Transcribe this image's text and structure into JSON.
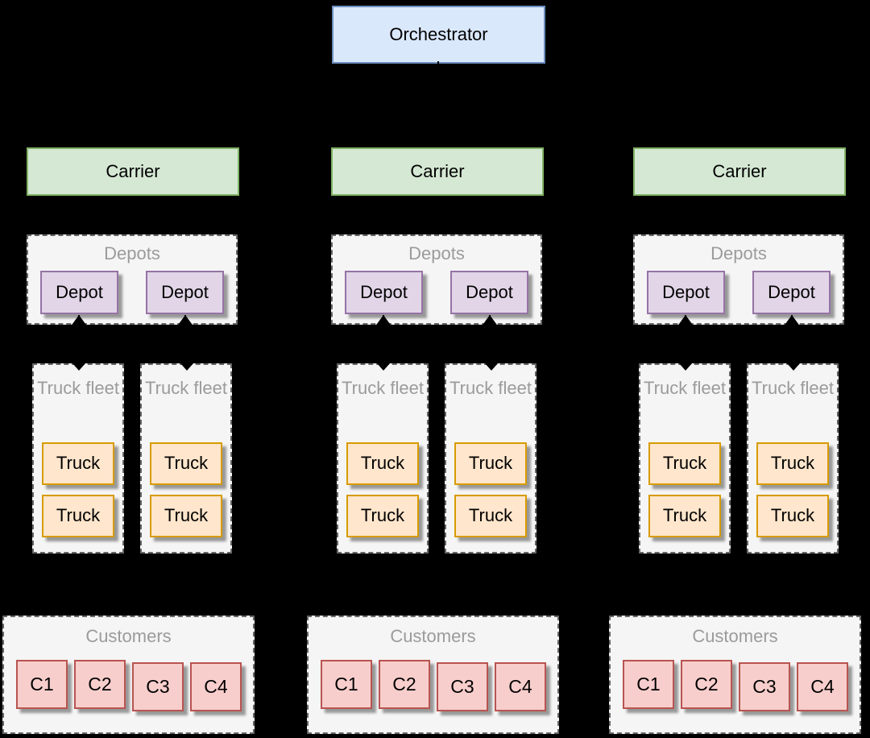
{
  "nodes": {
    "orchestrator": "Orchestrator",
    "carrier": "Carrier",
    "depot": "Depot",
    "truck": "Truck"
  },
  "groups": {
    "depots": "Depots",
    "truck_fleet": "Truck fleet",
    "customers": "Customers"
  },
  "customers": {
    "items": [
      "C1",
      "C2",
      "C3",
      "C4"
    ]
  },
  "structure": {
    "carriers": 3,
    "depots_per_carrier": 2,
    "truck_fleets_per_carrier": 2,
    "trucks_per_fleet": 2,
    "customers_per_carrier": 4
  },
  "colors": {
    "background": "#000000",
    "orchestrator_fill": "#dae8fc",
    "orchestrator_stroke": "#6c8ebf",
    "carrier_fill": "#d5e8d4",
    "carrier_stroke": "#82b366",
    "group_fill": "#f5f5f5",
    "group_stroke": "#666666",
    "group_label": "#9b9b9b",
    "depot_fill": "#e1d5e7",
    "depot_stroke": "#9673a6",
    "truck_fill": "#ffe6cc",
    "truck_stroke": "#d79b00",
    "customer_fill": "#f8cecc",
    "customer_stroke": "#b85450",
    "connector": "#000000"
  }
}
